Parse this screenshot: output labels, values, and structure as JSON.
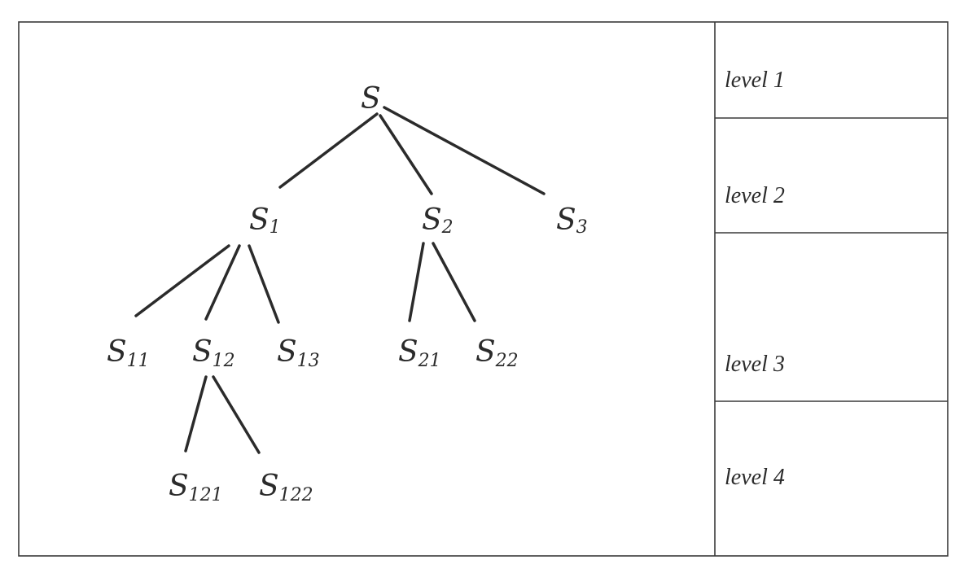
{
  "tree": {
    "root": "S",
    "nodes": [
      {
        "id": "s",
        "base": "S",
        "sub": "",
        "parent": null
      },
      {
        "id": "s1",
        "base": "S",
        "sub": "1",
        "parent": "s"
      },
      {
        "id": "s2",
        "base": "S",
        "sub": "2",
        "parent": "s"
      },
      {
        "id": "s3",
        "base": "S",
        "sub": "3",
        "parent": "s"
      },
      {
        "id": "s11",
        "base": "S",
        "sub": "11",
        "parent": "s1"
      },
      {
        "id": "s12",
        "base": "S",
        "sub": "12",
        "parent": "s1"
      },
      {
        "id": "s13",
        "base": "S",
        "sub": "13",
        "parent": "s1"
      },
      {
        "id": "s21",
        "base": "S",
        "sub": "21",
        "parent": "s2"
      },
      {
        "id": "s22",
        "base": "S",
        "sub": "22",
        "parent": "s2"
      },
      {
        "id": "s121",
        "base": "S",
        "sub": "121",
        "parent": "s12"
      },
      {
        "id": "s122",
        "base": "S",
        "sub": "122",
        "parent": "s12"
      }
    ]
  },
  "levels": [
    {
      "label": "level 1"
    },
    {
      "label": "level 2"
    },
    {
      "label": "level 3"
    },
    {
      "label": "level 4"
    }
  ],
  "colors": {
    "ink": "#2b2b2b",
    "frame": "#3a3a3a",
    "background": "#ffffff"
  }
}
